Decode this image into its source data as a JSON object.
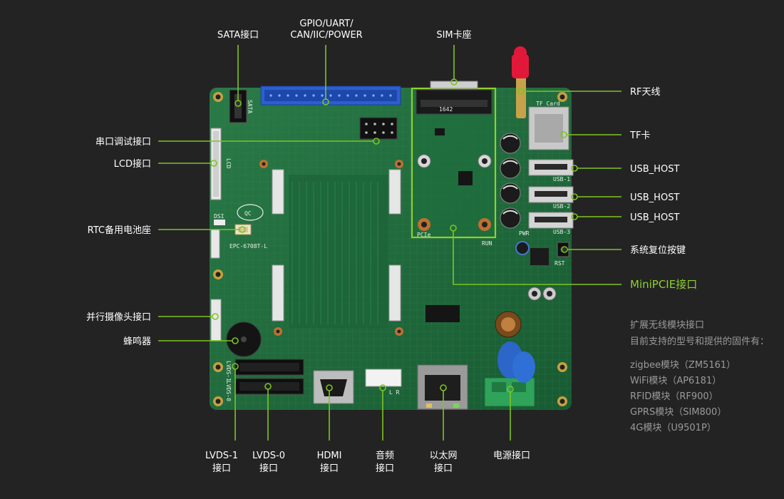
{
  "board": {
    "model": "EPC-6708T-L",
    "silk_qc": "QC",
    "silk_lcd": "LCD",
    "silk_dsi": "DSI",
    "silk_sata": "SATA",
    "silk_run": "RUN",
    "silk_pwr": "PWR",
    "silk_rst": "RST",
    "silk_usb1": "USB-1",
    "silk_usb2": "USB-2",
    "silk_usb3": "USB-3",
    "silk_tf": "TF Card",
    "silk_pcie": "PCIe",
    "silk_minipcie_num": "1642",
    "silk_audio": "L R",
    "silk_lvds1": "LVDS-1",
    "silk_lvds0": "LVDS-0"
  },
  "labels": {
    "sata": "SATA接口",
    "gpio_line1": "GPIO/UART/",
    "gpio_line2": "CAN/IIC/POWER",
    "sim": "SIM卡座",
    "debug": "串口调试接口",
    "lcd": "LCD接口",
    "rtc": "RTC备用电池座",
    "parallel_cam": "并行摄像头接口",
    "buzzer": "蜂鸣器",
    "rf": "RF天线",
    "tf": "TF卡",
    "usb_host_1": "USB_HOST",
    "usb_host_2": "USB_HOST",
    "usb_host_3": "USB_HOST",
    "reset": "系统复位按键",
    "minipcie": "MiniPCIE接口",
    "lvds1_line1": "LVDS-1",
    "lvds1_line2": "接口",
    "lvds0_line1": "LVDS-0",
    "lvds0_line2": "接口",
    "hdmi_line1": "HDMI",
    "hdmi_line2": "接口",
    "audio_line1": "音频",
    "audio_line2": "接口",
    "ethernet_line1": "以太网",
    "ethernet_line2": "接口",
    "power": "电源接口"
  },
  "side_note": {
    "heading1": "扩展无线模块接口",
    "heading2": "目前支持的型号和提供的固件有：",
    "items": [
      "zigbee模块（ZM5161）",
      "WiFi模块（AP6181）",
      "RFID模块（RF900）",
      "GPRS模块（SIM800）",
      "4G模块（U9501P）"
    ]
  },
  "colors": {
    "background": "#232323",
    "pcb": "#1f6b3c",
    "leader": "#7cc520",
    "highlight": "#8ed12e",
    "gpio_header": "#2c5fd0"
  }
}
